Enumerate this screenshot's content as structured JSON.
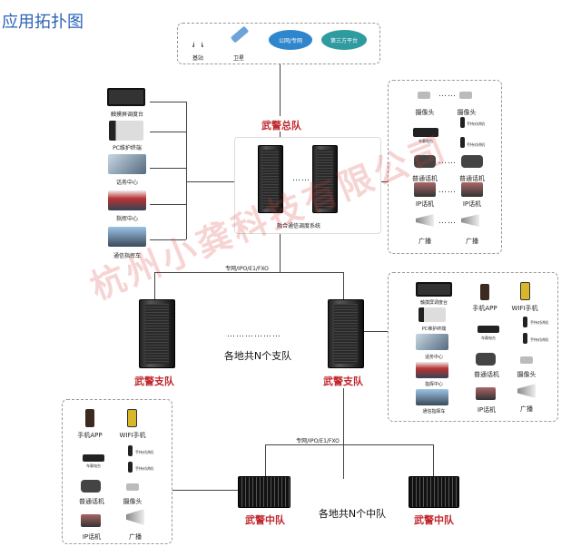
{
  "title": "应用拓扑图",
  "top": {
    "base_station": "基站",
    "satellite": "卫星",
    "cloud1": "公网/专网",
    "cloud2": "第三方平台"
  },
  "hq": {
    "label": "武警总队",
    "system": "融合通信调度系统",
    "rack_dots": "……"
  },
  "left_list": [
    "触摸屏调度台",
    "PC维护终端",
    "话务中心",
    "指挥中心",
    "通信指挥车"
  ],
  "right_top": {
    "camera": "摄像头",
    "vehicle_radio": "车载电台",
    "handheld": "手持对讲机",
    "phone": "普通话机",
    "ip_phone": "IP话机",
    "broadcast": "广播",
    "dots": "……"
  },
  "link_label": "专网/IPO/E1/FXO",
  "detachment": {
    "label": "武警支队",
    "count": "各地共N个支队",
    "dots": "………………"
  },
  "right_mid": {
    "mobile_app": "手机APP",
    "wifi_phone": "WIFI手机",
    "vehicle_radio": "车载电台",
    "handheld": "手持对讲机",
    "phone": "普通话机",
    "camera": "摄像头",
    "ip_phone": "IP话机",
    "broadcast": "广播"
  },
  "bottom_left": {
    "mobile_app": "手机APP",
    "wifi_phone": "WIFI手机",
    "vehicle_radio": "车载电台",
    "handheld": "手持对讲机",
    "phone": "普通话机",
    "camera": "摄像头",
    "ip_phone": "IP话机",
    "broadcast": "广播"
  },
  "squadron": {
    "label": "武警中队",
    "count": "各地共N个中队"
  },
  "watermark": "杭州小龚科技有限公司"
}
